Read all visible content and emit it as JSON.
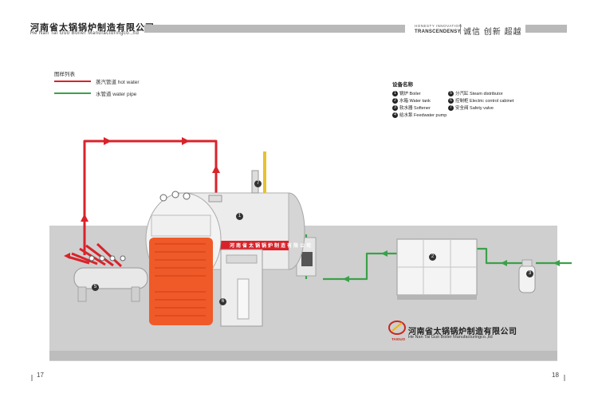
{
  "header": {
    "company_cn": "河南省太锅锅炉制造有限公司",
    "company_en": "He Nan Tai Guo Boiler Manufacturingco.,ltd",
    "motto_small": "HONESTY INNOVATION",
    "motto": "TRANSCENDENSY",
    "slogan": "诚信 创新 超越"
  },
  "legend": {
    "title": "图样列表",
    "items": [
      {
        "label": "蒸汽管道 hot water",
        "color": "#d9232a"
      },
      {
        "label": "水管道 water pipe",
        "color": "#3aa14a"
      }
    ]
  },
  "equipment": {
    "title": "设备名称",
    "items": [
      {
        "num": "1",
        "label": "锅炉 Boiler"
      },
      {
        "num": "2",
        "label": "水箱 Water tank"
      },
      {
        "num": "3",
        "label": "软水器 Softener"
      },
      {
        "num": "4",
        "label": "给水泵 Feedwater pump"
      },
      {
        "num": "5",
        "label": "分汽缸 Steam distributor"
      },
      {
        "num": "6",
        "label": "控制柜 Electric control cabinet"
      },
      {
        "num": "7",
        "label": "安全阀 Safety valve"
      }
    ]
  },
  "boiler": {
    "band_text": "河南省太锅锅炉制造有限公司"
  },
  "footer": {
    "company_cn": "河南省太锅锅炉制造有限公司",
    "company_en": "He Nan Tai Guo Boiler Manufacturingco.,ltd",
    "logo_text": "TAIGUO"
  },
  "pages": {
    "left": "17",
    "right": "18"
  },
  "colors": {
    "steam_pipe": "#d9232a",
    "water_pipe": "#3aa14a",
    "boiler_orange": "#f05a28",
    "header_bar": "#b9b9b9"
  }
}
